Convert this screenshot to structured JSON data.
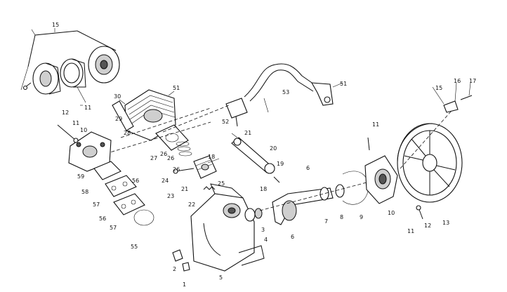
{
  "diagram": {
    "callouts": [
      {
        "id": "c15a",
        "text": "15"
      },
      {
        "id": "c11a",
        "text": "11"
      },
      {
        "id": "c12a",
        "text": "12"
      },
      {
        "id": "c11b",
        "text": "11"
      },
      {
        "id": "c10a",
        "text": "10"
      },
      {
        "id": "c59",
        "text": "59"
      },
      {
        "id": "c58",
        "text": "58"
      },
      {
        "id": "c57a",
        "text": "57"
      },
      {
        "id": "c56a",
        "text": "56"
      },
      {
        "id": "c56b",
        "text": "56"
      },
      {
        "id": "c57b",
        "text": "57"
      },
      {
        "id": "c55",
        "text": "55"
      },
      {
        "id": "c30",
        "text": "30"
      },
      {
        "id": "c29",
        "text": "29"
      },
      {
        "id": "c28",
        "text": "28"
      },
      {
        "id": "c51a",
        "text": "51"
      },
      {
        "id": "c27",
        "text": "27"
      },
      {
        "id": "c26a",
        "text": "26"
      },
      {
        "id": "c26b",
        "text": "26"
      },
      {
        "id": "c26c",
        "text": "26"
      },
      {
        "id": "c24",
        "text": "24"
      },
      {
        "id": "c23",
        "text": "23"
      },
      {
        "id": "c22",
        "text": "22"
      },
      {
        "id": "c21a",
        "text": "21"
      },
      {
        "id": "c25",
        "text": "25"
      },
      {
        "id": "c18",
        "text": "18"
      },
      {
        "id": "c21b",
        "text": "21"
      },
      {
        "id": "c20",
        "text": "20"
      },
      {
        "id": "c19",
        "text": "19"
      },
      {
        "id": "c18b",
        "text": "18"
      },
      {
        "id": "c52",
        "text": "52"
      },
      {
        "id": "c53",
        "text": "53"
      },
      {
        "id": "c51b",
        "text": "51"
      },
      {
        "id": "c3",
        "text": "3"
      },
      {
        "id": "c2",
        "text": "2"
      },
      {
        "id": "c1",
        "text": "1"
      },
      {
        "id": "c5",
        "text": "5"
      },
      {
        "id": "c4",
        "text": "4"
      },
      {
        "id": "c6a",
        "text": "6"
      },
      {
        "id": "c6b",
        "text": "6"
      },
      {
        "id": "c7",
        "text": "7"
      },
      {
        "id": "c8",
        "text": "8"
      },
      {
        "id": "c9",
        "text": "9"
      },
      {
        "id": "c10b",
        "text": "10"
      },
      {
        "id": "c11c",
        "text": "11"
      },
      {
        "id": "c11d",
        "text": "11"
      },
      {
        "id": "c12b",
        "text": "12"
      },
      {
        "id": "c13",
        "text": "13"
      },
      {
        "id": "c15b",
        "text": "15"
      },
      {
        "id": "c16",
        "text": "16"
      },
      {
        "id": "c17",
        "text": "17"
      }
    ]
  }
}
